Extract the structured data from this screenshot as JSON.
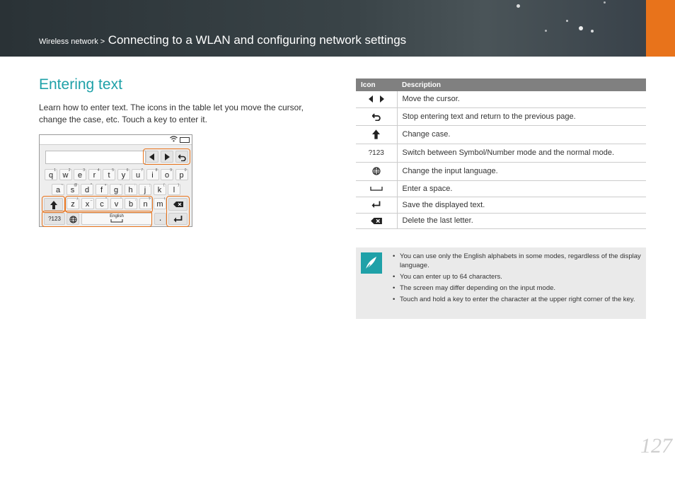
{
  "header": {
    "section": "Wireless network >",
    "title": "Connecting to a WLAN and configuring network settings"
  },
  "main": {
    "heading": "Entering text",
    "intro": "Learn how to enter text. The icons in the table let you move the cursor, change the case, etc. Touch a key to enter it."
  },
  "keyboard": {
    "row1": [
      {
        "k": "q",
        "s": "1"
      },
      {
        "k": "w",
        "s": "2"
      },
      {
        "k": "e",
        "s": "3"
      },
      {
        "k": "r",
        "s": "4"
      },
      {
        "k": "t",
        "s": "5"
      },
      {
        "k": "y",
        "s": "6"
      },
      {
        "k": "u",
        "s": "7"
      },
      {
        "k": "i",
        "s": "8"
      },
      {
        "k": "o",
        "s": "9"
      },
      {
        "k": "p",
        "s": "0"
      }
    ],
    "row2": [
      {
        "k": "a",
        "s": "~"
      },
      {
        "k": "s",
        "s": "@"
      },
      {
        "k": "d",
        "s": "*"
      },
      {
        "k": "f",
        "s": "+"
      },
      {
        "k": "g",
        "s": "-"
      },
      {
        "k": "h",
        "s": ":"
      },
      {
        "k": "j",
        "s": ";"
      },
      {
        "k": "k",
        "s": "("
      },
      {
        "k": "l",
        "s": ")"
      }
    ],
    "row3": [
      {
        "k": "z",
        "s": "/"
      },
      {
        "k": "x",
        "s": "_"
      },
      {
        "k": "c",
        "s": "\""
      },
      {
        "k": "v",
        "s": "'"
      },
      {
        "k": "b",
        "s": ","
      },
      {
        "k": "n",
        "s": "?"
      },
      {
        "k": "m",
        "s": "!"
      }
    ],
    "symbol_key": "?123",
    "space_label": "English",
    "period_key": "."
  },
  "table": {
    "headers": {
      "icon": "Icon",
      "description": "Description"
    },
    "rows": [
      {
        "icon": "left-right-arrows-icon",
        "description": "Move the cursor."
      },
      {
        "icon": "back-icon",
        "description": "Stop entering text and return to the previous page."
      },
      {
        "icon": "shift-icon",
        "description": "Change case."
      },
      {
        "icon": "symbol-mode-key",
        "icon_text": "?123",
        "description": "Switch between Symbol/Number mode and the normal mode."
      },
      {
        "icon": "globe-icon",
        "description": "Change the input language."
      },
      {
        "icon": "space-icon",
        "description": "Enter a space."
      },
      {
        "icon": "enter-icon",
        "description": "Save the displayed text."
      },
      {
        "icon": "backspace-icon",
        "description": "Delete the last letter."
      }
    ]
  },
  "note": {
    "items": [
      "You can use only the English alphabets in some modes, regardless of the display language.",
      "You can enter up to 64 characters.",
      "The screen may differ depending on the input mode.",
      "Touch and hold a key to enter the character at the upper right corner of the key."
    ]
  },
  "page_number": "127",
  "colors": {
    "accent": "#1fa1a8",
    "tab": "#e8731b",
    "table_header": "#808080",
    "note_bg": "#eaeaea"
  }
}
